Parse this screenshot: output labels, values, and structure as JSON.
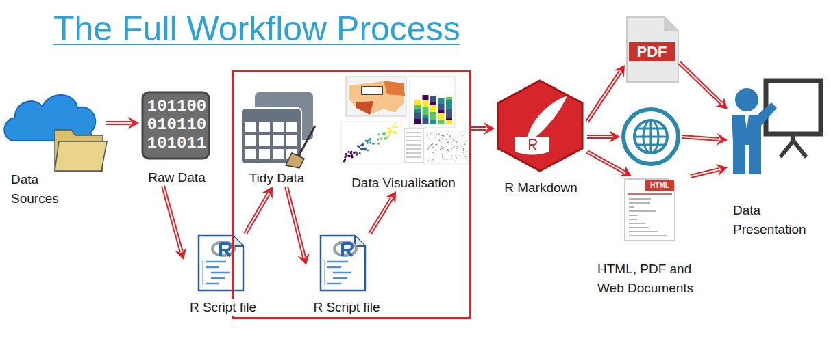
{
  "diagram": {
    "title": "The Full Workflow Process",
    "nodes": [
      {
        "text": [
          "Data Sources"
        ]
      },
      {
        "text": [
          "101100 010110 101011",
          "Raw Data"
        ]
      },
      {
        "text": [
          "R Script file"
        ]
      },
      {
        "text": []
      },
      {
        "text": [
          "Tidy Data"
        ],
        "in": 3
      },
      {
        "text": [
          "R Script file"
        ],
        "in": 3
      },
      {
        "text": [
          "Data Visualisation"
        ],
        "in": 3
      },
      {
        "text": [
          "R Markdown"
        ]
      },
      {
        "text": [
          "PDF"
        ]
      },
      {
        "text": []
      },
      {
        "text": [
          "HTML",
          "HTML, PDF and Web Documents"
        ]
      },
      {
        "text": [
          "Data Presentation"
        ]
      }
    ],
    "edges": [
      {
        "from": 0,
        "to": 1,
        "arrow": "to"
      },
      {
        "from": 1,
        "to": 2,
        "arrow": "to"
      },
      {
        "from": 2,
        "to": 4,
        "arrow": "to"
      },
      {
        "from": 4,
        "to": 5,
        "arrow": "to"
      },
      {
        "from": 5,
        "to": 6,
        "arrow": "to"
      },
      {
        "from": 3,
        "to": 7,
        "arrow": "to"
      },
      {
        "from": 7,
        "to": 8,
        "arrow": "to"
      },
      {
        "from": 7,
        "to": 9,
        "arrow": "to"
      },
      {
        "from": 7,
        "to": 10,
        "arrow": "to"
      },
      {
        "from": 8,
        "to": 11,
        "arrow": "to"
      },
      {
        "from": 9,
        "to": 11,
        "arrow": "to"
      },
      {
        "from": 10,
        "to": 11,
        "arrow": "to"
      }
    ]
  }
}
